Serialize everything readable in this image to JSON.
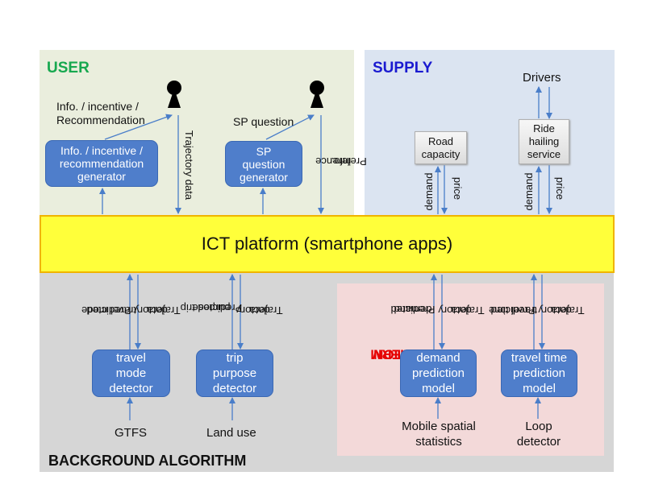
{
  "panels": {
    "user": "USER",
    "supply": "SUPPLY",
    "background": "BACKGROUND ALGORITHM",
    "short_term": [
      "SHORT-TERM",
      "PREDICTION"
    ]
  },
  "user": {
    "rec_label": [
      "Info. / incentive /",
      "Recommendation"
    ],
    "rec_generator": [
      "Info. / incentive /",
      "recommendation",
      "generator"
    ],
    "sp_label": "SP question",
    "sp_generator": [
      "SP",
      "question",
      "generator"
    ],
    "trajectory_data": "Trajectory data",
    "preference_info": [
      "Preference",
      "info."
    ]
  },
  "supply": {
    "drivers": "Drivers",
    "road_capacity": [
      "Road",
      "capacity"
    ],
    "ride_hailing": [
      "Ride",
      "hailing",
      "service"
    ],
    "demand": "demand",
    "price": "price"
  },
  "platform": "ICT platform (smartphone apps)",
  "background": {
    "travel_mode_detector": [
      "travel",
      "mode",
      "detector"
    ],
    "trip_purpose_detector": [
      "trip",
      "purpose",
      "detector"
    ],
    "predicted_travel_mode": [
      "Predicted",
      "travel mode"
    ],
    "predicted_trip_purpose": [
      "Predicted trip",
      "purpose"
    ],
    "trajectory_data": [
      "Trajectory",
      "data"
    ],
    "gtfs": "GTFS",
    "land_use": "Land use"
  },
  "short_term": {
    "demand_model": [
      "demand",
      "prediction",
      "model"
    ],
    "travel_time_model": [
      "travel time",
      "prediction",
      "model"
    ],
    "predicted_demand": [
      "Predicted",
      "demand"
    ],
    "predicted_travel_time": [
      "Predicted",
      "travel time"
    ],
    "trajectory_data": [
      "Trajectory",
      "data"
    ],
    "mobile_spatial": [
      "Mobile spatial",
      "statistics"
    ],
    "loop_detector": [
      "Loop",
      "detector"
    ]
  },
  "colors": {
    "user_title": "#17a84f",
    "supply_title": "#1a1ad0",
    "short_term_title": "#e60000",
    "module_box": "#4f7ecb",
    "platform": "#ffff3a",
    "arrow": "#4a7ec9"
  },
  "icons": [
    "person-icon"
  ]
}
